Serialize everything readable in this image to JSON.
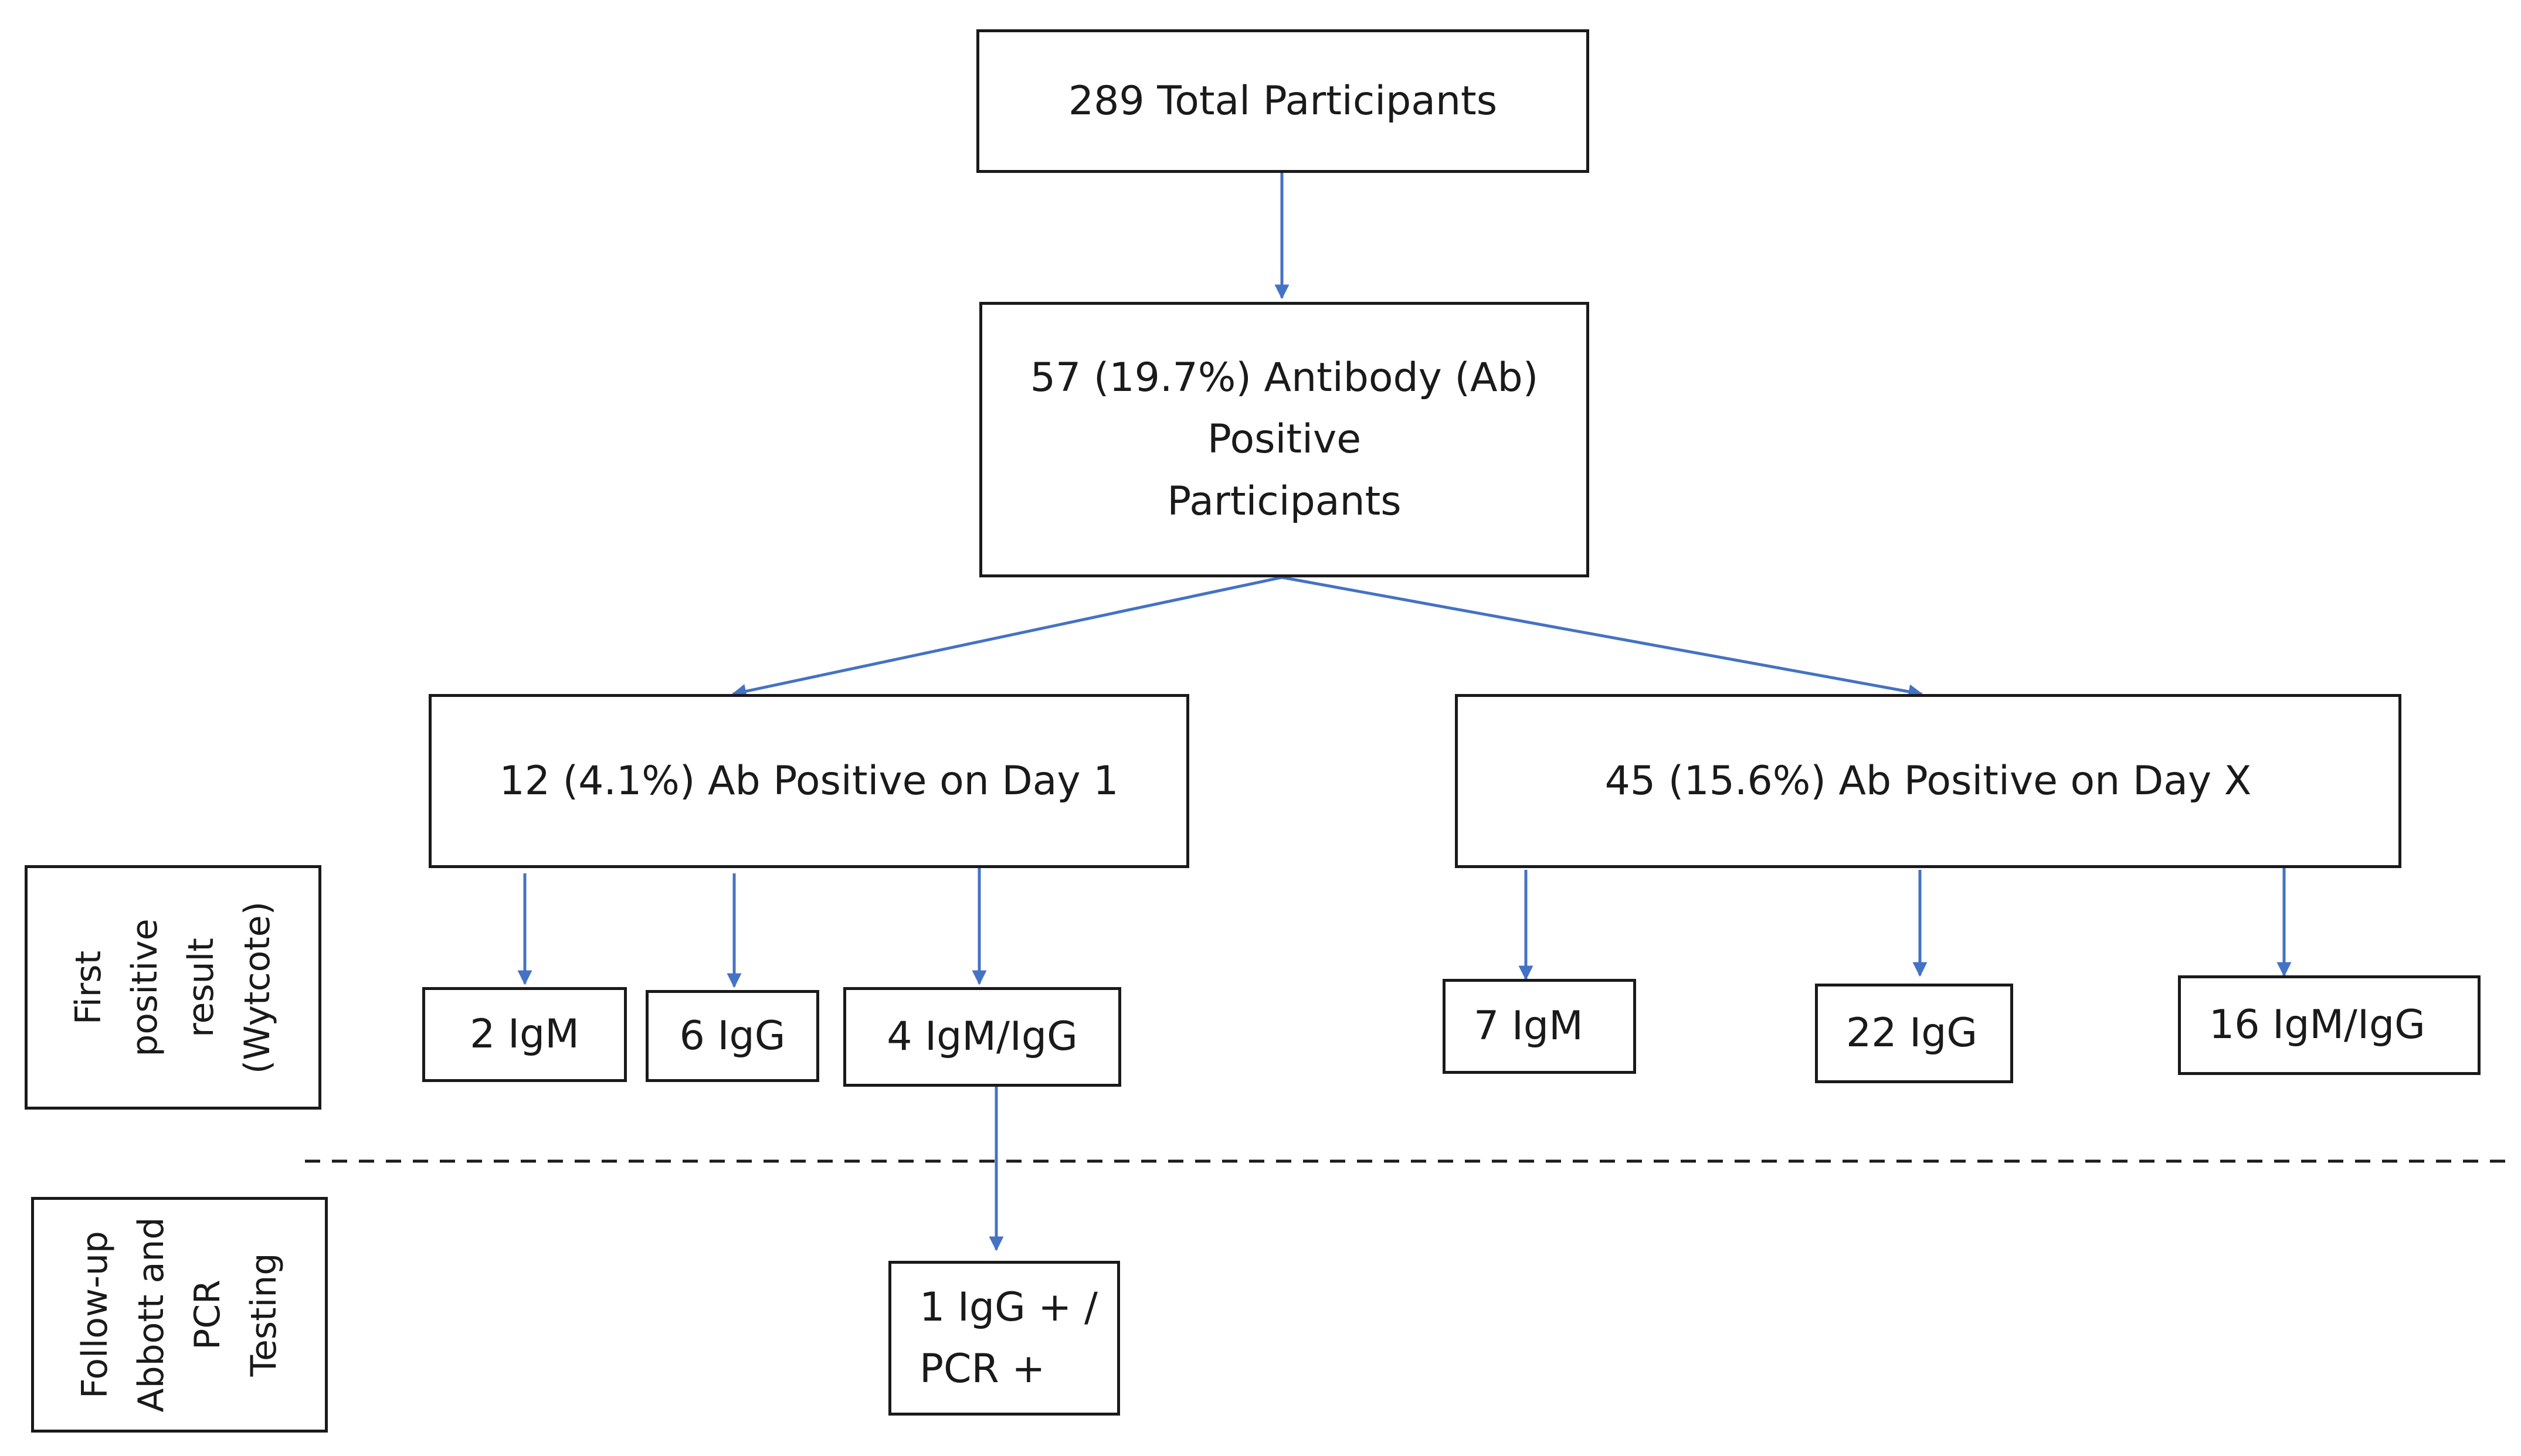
{
  "colors": {
    "arrow": "#4472c4",
    "border": "#1a1a1a",
    "divider": "#1a1a1a"
  },
  "nodes": {
    "total": "289 Total Participants",
    "ab_positive": [
      "57 (19.7%) Antibody (Ab)",
      "Positive",
      "Participants"
    ],
    "day1": "12 (4.1%) Ab Positive on Day 1",
    "dayx": "45 (15.6%) Ab Positive on Day X",
    "d1_igm": "2 IgM",
    "d1_igg": "6 IgG",
    "d1_both": "4 IgM/IgG",
    "dx_igm": "7 IgM",
    "dx_igg": "22 IgG",
    "dx_both": "16 IgM/IgG",
    "followup_result": [
      "1 IgG + /",
      "PCR +"
    ]
  },
  "side_labels": {
    "first_result": [
      "First",
      "positive",
      "result",
      "(Wytcote)"
    ],
    "followup": [
      "Follow-up",
      "Abbott and",
      "PCR",
      "Testing"
    ]
  }
}
